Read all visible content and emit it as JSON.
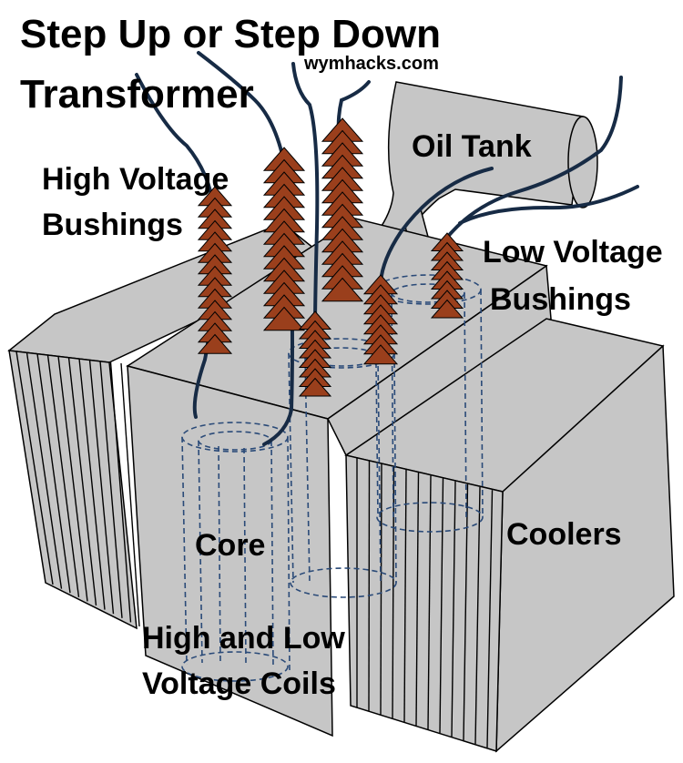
{
  "title": {
    "line1": "Step Up or Step Down",
    "line2": "Transformer"
  },
  "website": "wymhacks.com",
  "labels": {
    "oil_tank": "Oil Tank",
    "hv_bushings_line1": "High Voltage",
    "hv_bushings_line2": "Bushings",
    "lv_bushings_line1": "Low Voltage",
    "lv_bushings_line2": "Bushings",
    "core": "Core",
    "coolers": "Coolers",
    "coils_line1": "High and Low",
    "coils_line2": "Voltage Coils"
  },
  "colors": {
    "body_fill": "#c6c6c6",
    "outline": "#000000",
    "bushing": "#9a3f1c",
    "wire": "#172b45",
    "dashed": "#2a4a78"
  }
}
